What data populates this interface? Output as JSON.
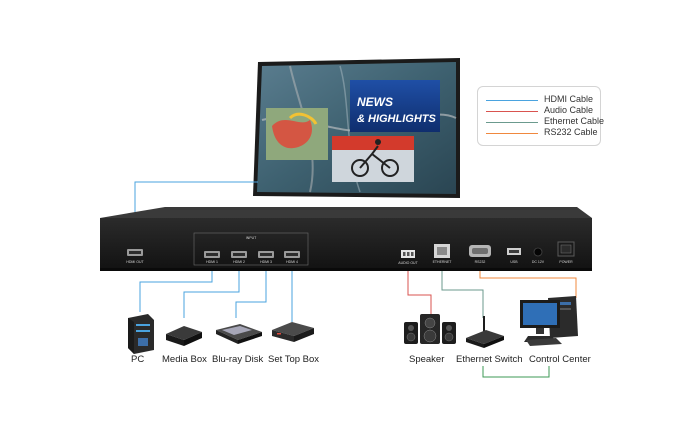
{
  "legend": {
    "items": [
      {
        "label": "HDMI Cable",
        "color": "#4aa3df"
      },
      {
        "label": "Audio Cable",
        "color": "#d9534f"
      },
      {
        "label": "Ethernet Cable",
        "color": "#6b9a8e"
      },
      {
        "label": "RS232 Cable",
        "color": "#f0883e"
      }
    ]
  },
  "screen": {
    "headline_line1": "NEWS",
    "headline_line2": "& HIGHLIGHTS"
  },
  "device": {
    "input_group_label": "INPUT",
    "hdmi_out_label": "HDMI OUT",
    "hdmi_inputs": [
      "HDMI 1",
      "HDMI 2",
      "HDMI 3",
      "HDMI 4"
    ],
    "audio_out_label": "AUDIO OUT",
    "ethernet_label": "ETHERNET",
    "rs232_label": "RS232",
    "usb_label": "USB",
    "dc_label": "DC 12V",
    "power_label": "POWER"
  },
  "sources": {
    "pc": "PC",
    "media_box": "Media Box",
    "bluray": "Blu-ray Disk",
    "settop": "Set Top Box"
  },
  "targets": {
    "speaker": "Speaker",
    "ethernet_switch": "Ethernet Switch",
    "control_center": "Control Center"
  }
}
